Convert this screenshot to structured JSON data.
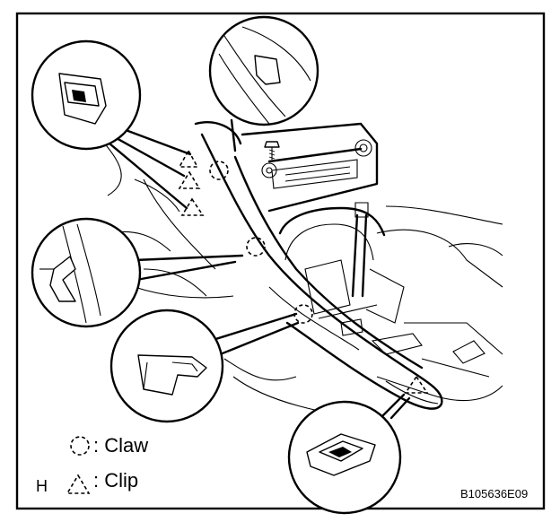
{
  "legend": {
    "claw_label": ": Claw",
    "clip_label": ": Clip",
    "hint_label": "H"
  },
  "figure_code": "B105636E09",
  "symbols": {
    "claw": "dashed-circle",
    "clip": "dashed-triangle"
  },
  "colors": {
    "ink": "#000000",
    "paper": "#ffffff"
  }
}
